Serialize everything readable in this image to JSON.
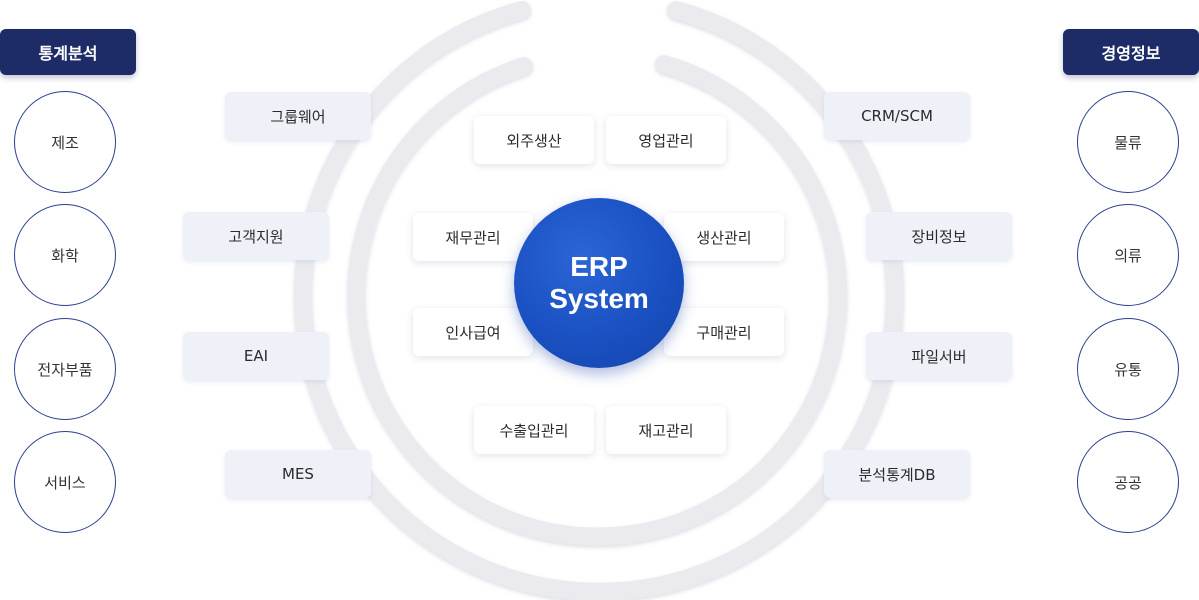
{
  "left": {
    "header": "통계분석",
    "items": [
      "제조",
      "화학",
      "전자부품",
      "서비스"
    ]
  },
  "right": {
    "header": "경영정보",
    "items": [
      "물류",
      "의류",
      "유통",
      "공공"
    ]
  },
  "outer_ring": {
    "left": [
      "그룹웨어",
      "고객지원",
      "EAI",
      "MES"
    ],
    "right": [
      "CRM/SCM",
      "장비정보",
      "파일서버",
      "분석통계DB"
    ]
  },
  "inner_ring": {
    "top": [
      "외주생산",
      "영업관리"
    ],
    "mid_left": [
      "재무관리",
      "인사급여"
    ],
    "mid_right": [
      "생산관리",
      "구매관리"
    ],
    "bottom": [
      "수출입관리",
      "재고관리"
    ]
  },
  "center": {
    "line1": "ERP",
    "line2": "System"
  },
  "colors": {
    "navy": "#1d2b66",
    "center_blue": "#1a50c2",
    "box_bg": "#eef1f8",
    "ring": "#e6e7ec"
  }
}
